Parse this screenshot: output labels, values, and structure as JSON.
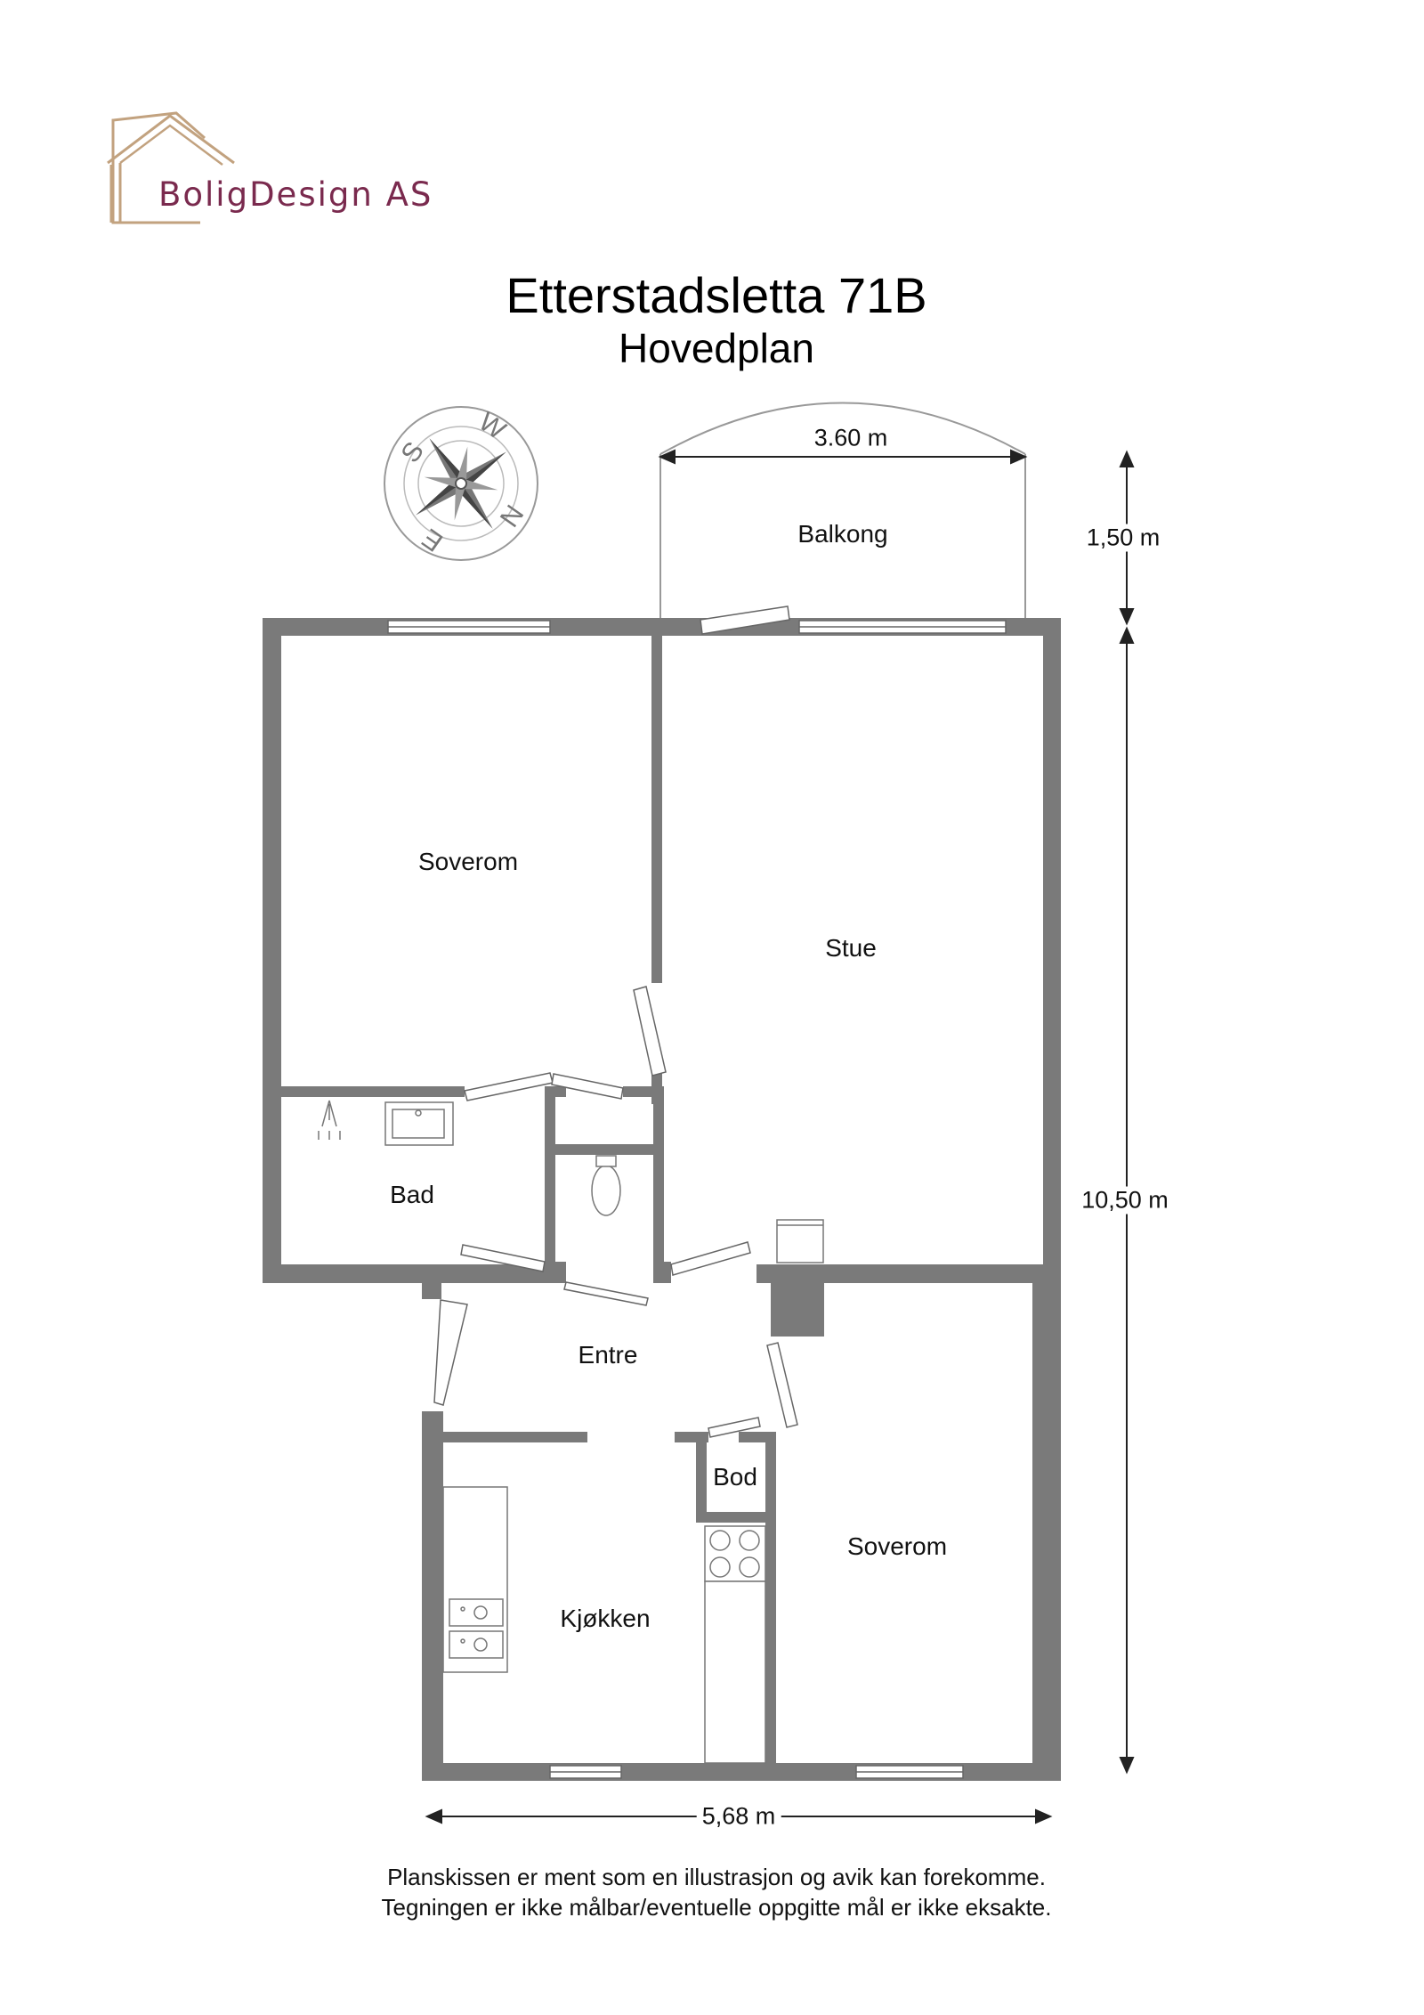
{
  "logo": {
    "company": "BoligDesign AS"
  },
  "heading": {
    "title": "Etterstadsletta 71B",
    "subtitle": "Hovedplan"
  },
  "compass": {
    "letters": [
      "S",
      "W",
      "N",
      "E"
    ]
  },
  "rooms": {
    "balcony": "Balkong",
    "bedroom_top": "Soverom",
    "living": "Stue",
    "bath": "Bad",
    "entry": "Entre",
    "storage": "Bod",
    "kitchen": "Kjøkken",
    "bedroom_bottom": "Soverom"
  },
  "dimensions": {
    "balcony_width": "3.60 m",
    "balcony_depth": "1,50 m",
    "total_depth": "10,50 m",
    "total_width": "5,68 m"
  },
  "disclaimer": {
    "line1": "Planskissen er ment som en illustrasjon og avik kan forekomme.",
    "line2": "Tegningen er ikke målbar/eventuelle oppgitte mål er ikke eksakte."
  },
  "colors": {
    "wall": "#7a7a7a",
    "brand": "#7a2a4e",
    "brand_gold": "#c2a27f"
  }
}
